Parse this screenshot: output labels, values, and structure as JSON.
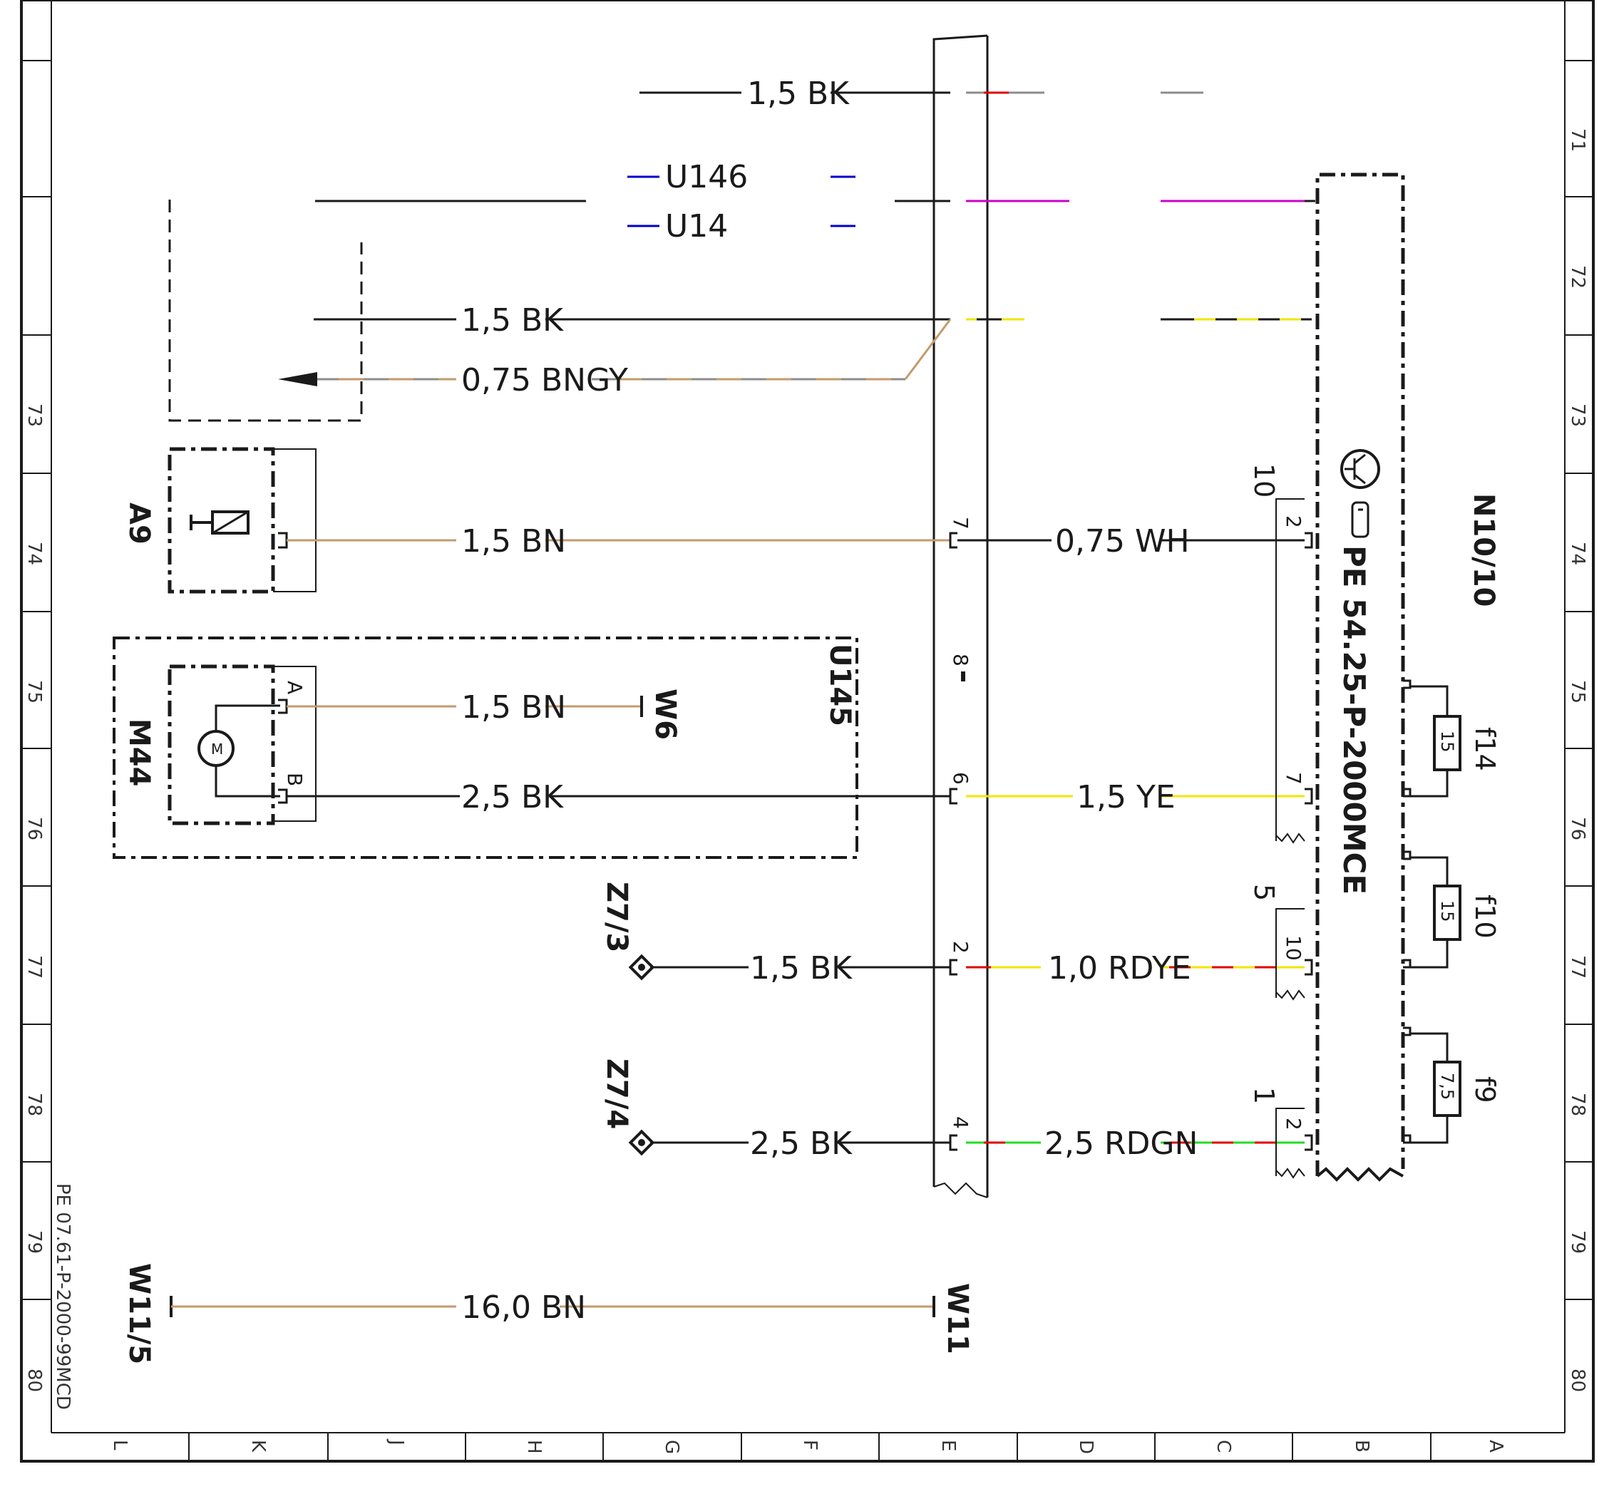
{
  "diagram": {
    "document_id": "PE 07.61-P-2000-99MCD",
    "module_code": "PE 54.25-P-2000MCE",
    "components": {
      "a9": "A9",
      "m44": "M44",
      "u145": "U145",
      "n10_10": "N10/10",
      "z7_3": "Z7/3",
      "z7_4": "Z7/4",
      "w6": "W6",
      "w11": "W11",
      "w11_5": "W11/5",
      "u146": "U146",
      "u14": "U14"
    },
    "fuses": {
      "f14": {
        "name": "f14",
        "rating": "15"
      },
      "f10": {
        "name": "f10",
        "rating": "15"
      },
      "f9": {
        "name": "f9",
        "rating": "7,5"
      }
    },
    "wires": {
      "w_top": "1,5 BK",
      "w_a": "1,5 BK",
      "w_b": "0,75 BNGY",
      "w_a9": "1,5 BN",
      "w_n10_wh": "0,75 WH",
      "w_m44a": "1,5 BN",
      "w_m44b": "2,5 BK",
      "w_ye": "1,5 YE",
      "w_z73": "1,5 BK",
      "w_rdye": "1,0 RDYE",
      "w_z74": "2,5 BK",
      "w_rdgn": "2,5 RDGN",
      "w_w11": "16,0 BN"
    },
    "pins": {
      "p7": "7",
      "p8": "8",
      "p6": "6",
      "p2": "2",
      "p4": "4",
      "n_10": "10",
      "n_2": "2",
      "n_7": "7",
      "n_5": "5",
      "n_10b": "10",
      "n_1": "1",
      "n_2b": "2",
      "m_a": "A",
      "m_b": "B"
    },
    "grid_numbers": [
      "71",
      "72",
      "73",
      "74",
      "75",
      "76",
      "77",
      "78",
      "79",
      "80"
    ],
    "grid_letters": [
      "L",
      "K",
      "J",
      "H",
      "G",
      "F",
      "E",
      "D",
      "C",
      "B",
      "A"
    ],
    "colors": {
      "black": "#1a1a1a",
      "brown": "#c49a6c",
      "gray": "#8c8c8c",
      "yellow": "#f2e600",
      "red": "#e00000",
      "green": "#22dd22",
      "magenta": "#cc00cc",
      "blue": "#0000cc"
    }
  }
}
